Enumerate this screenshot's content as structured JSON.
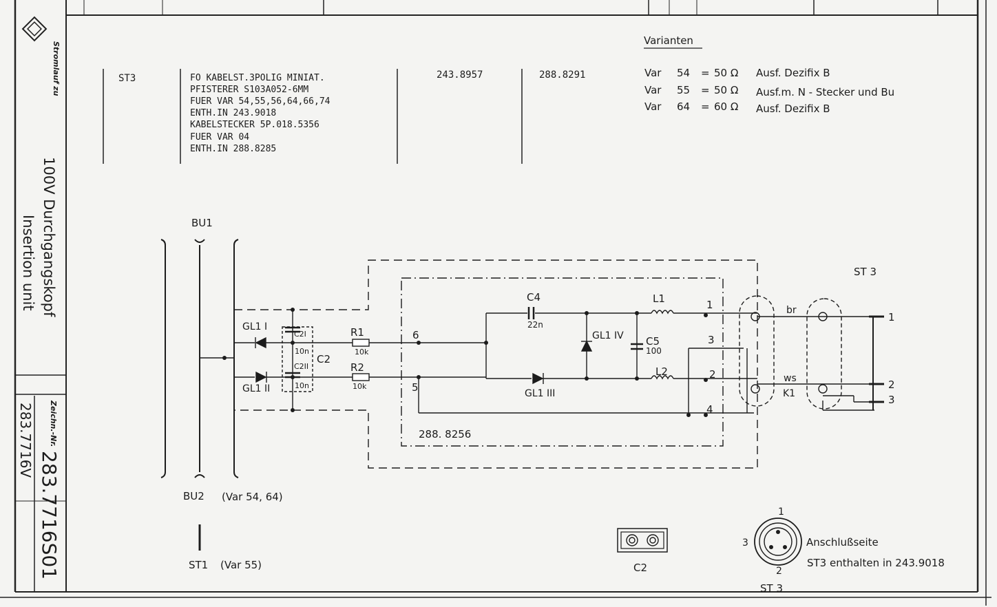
{
  "title_block": {
    "stromlauf_label": "Stromlauf zu",
    "title_de": "100V Durchgangskopf",
    "title_en": "Insertion unit",
    "zeichn_label": "Zeichn.-Nr.",
    "drawing_no": "283.7716S01",
    "drawing_no_side": "283.7716V"
  },
  "parts_table": {
    "ref": "ST3",
    "desc_lines": [
      "FO KABELST.3POLIG MINIAT.",
      "PFISTERER   S103A052-6MM",
      "FUER VAR 54,55,56,64,66,74",
      "ENTH.IN 243.9018",
      "KABELSTECKER 5P.018.5356",
      "FUER VAR 04",
      "ENTH.IN 288.8285"
    ],
    "no_1": "243.8957",
    "no_2": "288.8291"
  },
  "variants": {
    "heading": "Varianten",
    "rows": [
      {
        "var": "Var",
        "num": "54",
        "eq": "=",
        "val": "50 Ω",
        "desc": "Ausf.  Dezifix  B"
      },
      {
        "var": "Var",
        "num": "55",
        "eq": "=",
        "val": "50 Ω",
        "desc": "Ausf.m. N - Stecker und  Bu"
      },
      {
        "var": "Var",
        "num": "64",
        "eq": "=",
        "val": "60 Ω",
        "desc": "Ausf.  Dezifix  B"
      }
    ]
  },
  "schematic": {
    "bu1": "BU1",
    "bu2": "BU2",
    "bu2_var": "(Var  54, 64)",
    "st1": "ST1",
    "st1_var": "(Var 55)",
    "gl1_1": "GL1 I",
    "gl1_2": "GL1 II",
    "gl1_3": "GL1 III",
    "gl1_4": "GL1 IV",
    "c2": "C2",
    "c2_1": "C2I",
    "c2_2": "C2II",
    "c2_1_val": "10n",
    "c2_2_val": "10n",
    "r1": "R1",
    "r1_val": "10k",
    "r2": "R2",
    "r2_val": "10k",
    "c4": "C4",
    "c4_val": "22n",
    "c5": "C5",
    "c5_val": "100",
    "l1": "L1",
    "l2": "L2",
    "node_6": "6",
    "node_5": "5",
    "node_1": "1",
    "node_2": "2",
    "node_3": "3",
    "node_4": "4",
    "module_no": "288. 8256",
    "wire_br": "br",
    "wire_ws": "ws",
    "k1": "K1",
    "st3": "ST 3",
    "st3_pin1": "1",
    "st3_pin2": "2",
    "st3_pin3": "3"
  },
  "details": {
    "c2_label": "C2",
    "conn_pin1": "1",
    "conn_pin2": "2",
    "conn_pin3": "3",
    "anschluss": "Anschlußseite",
    "enthalten": "ST3  enthalten  in  243.9018",
    "st3_label": "ST 3"
  }
}
